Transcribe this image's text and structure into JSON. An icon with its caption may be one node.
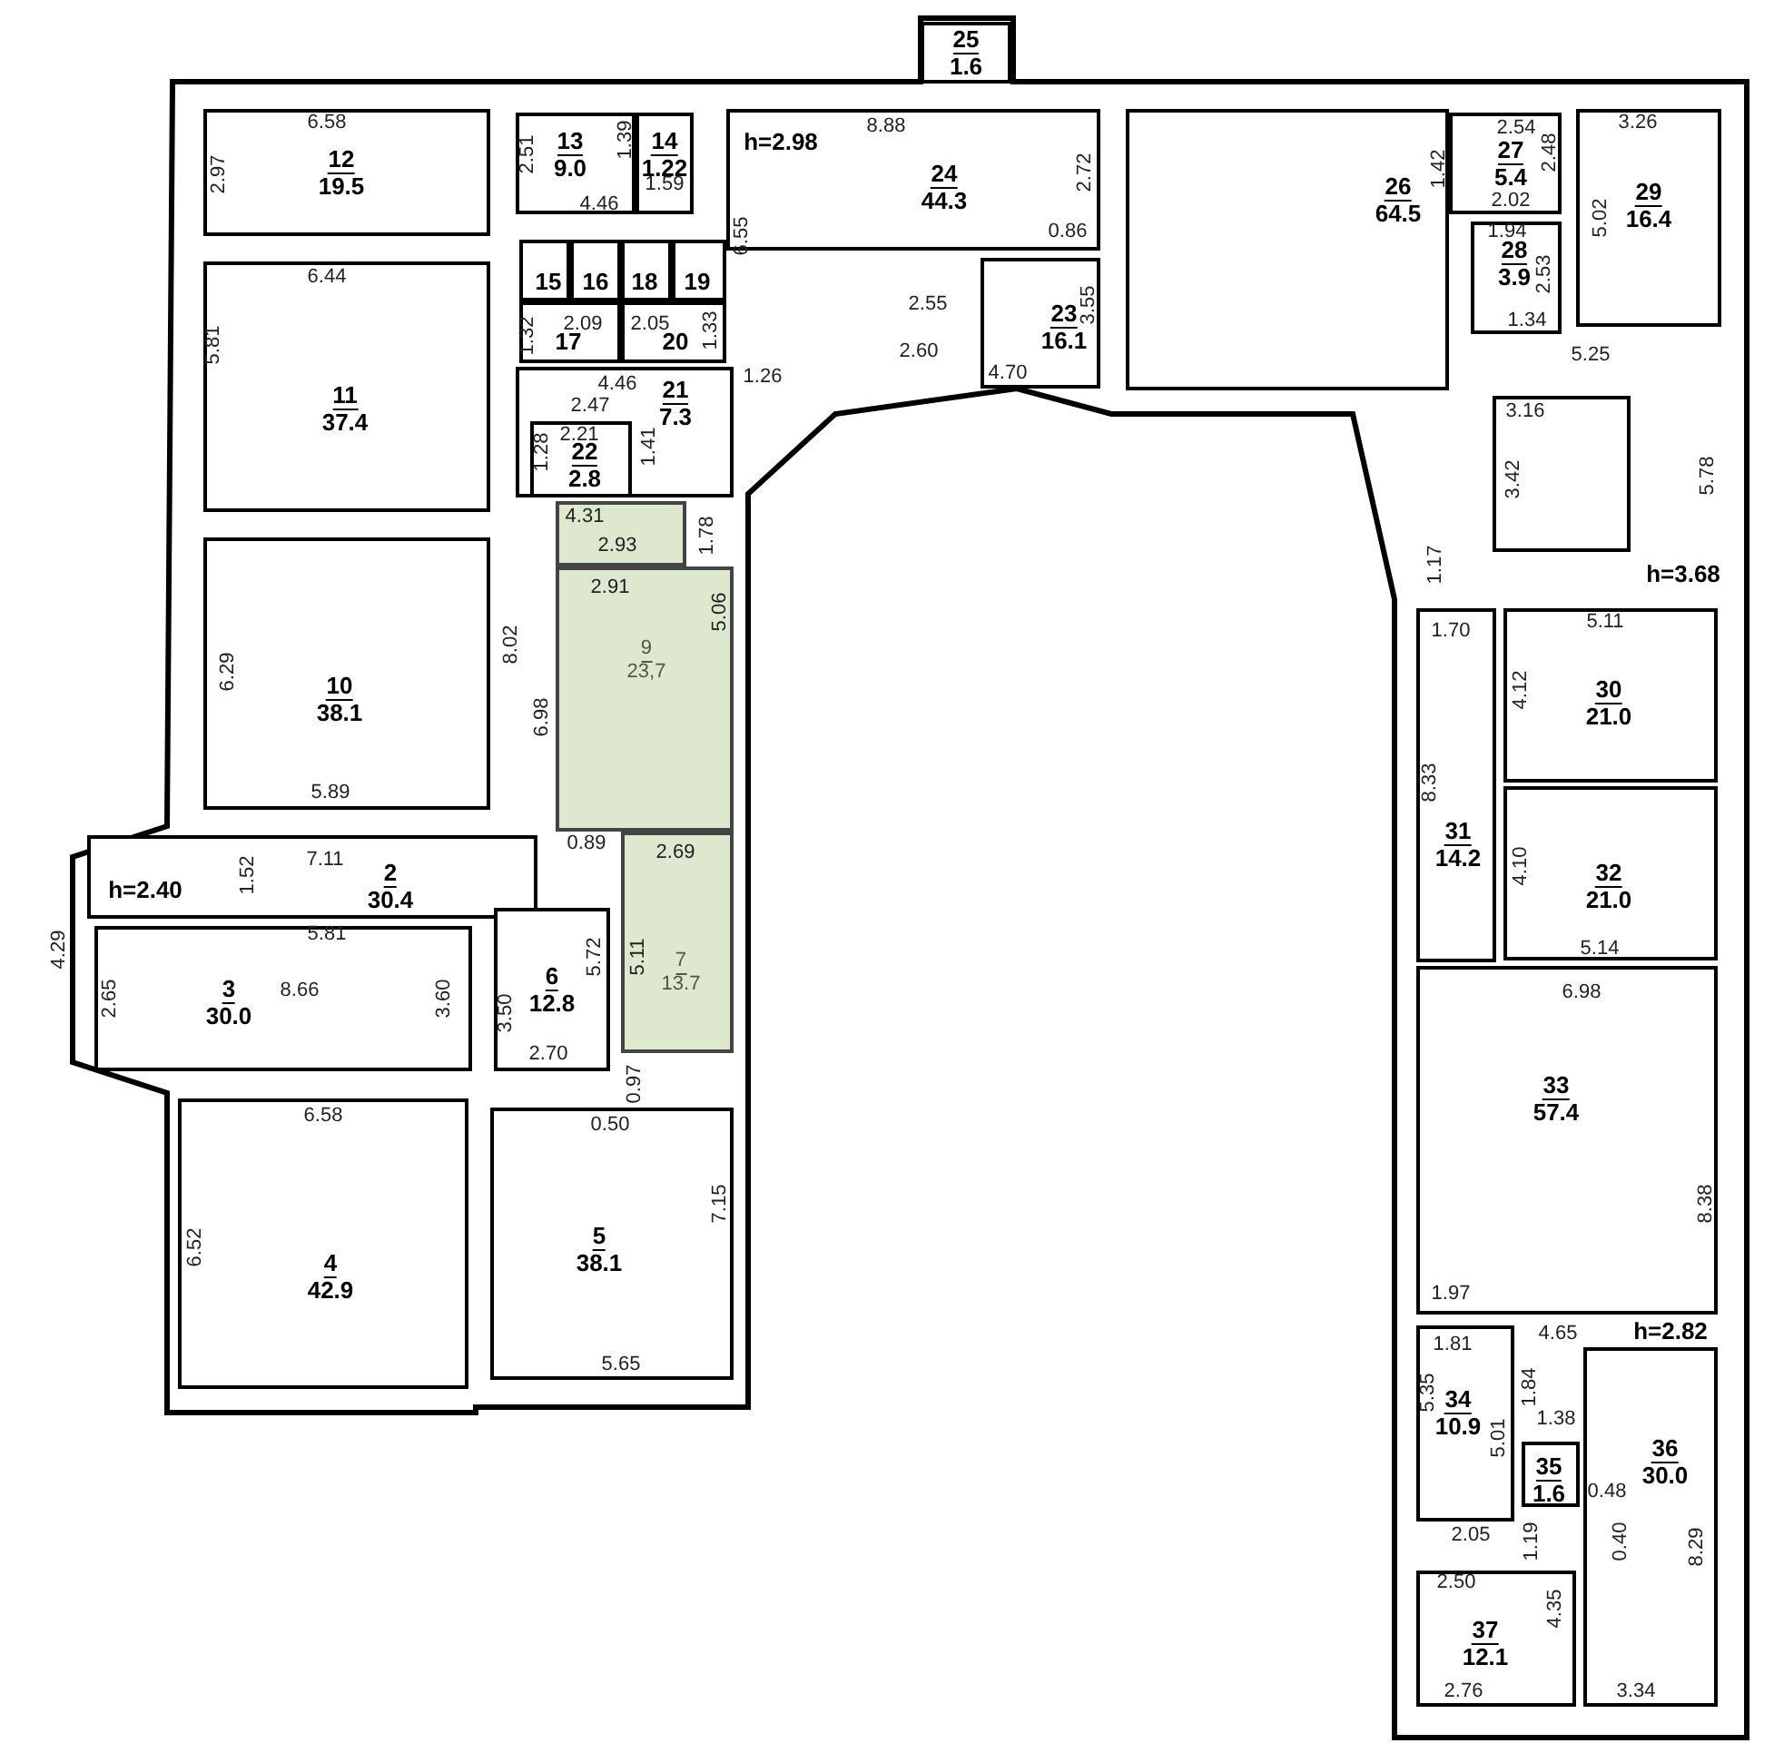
{
  "diagram": {
    "nodes": [
      {
        "text": [
          "25",
          "1.6"
        ]
      },
      {
        "text": [
          "12",
          "19.5"
        ]
      },
      {
        "text": [
          "13",
          "9.0"
        ]
      },
      {
        "text": [
          "14",
          "1.22"
        ]
      },
      {
        "text": [
          "24",
          "44.3"
        ]
      },
      {
        "text": [
          "26",
          "64.5"
        ]
      },
      {
        "text": [
          "27",
          "5.4"
        ]
      },
      {
        "text": [
          "29",
          "16.4"
        ]
      },
      {
        "text": [
          "15"
        ]
      },
      {
        "text": [
          "16"
        ]
      },
      {
        "text": [
          "18"
        ]
      },
      {
        "text": [
          "19"
        ]
      },
      {
        "text": [
          "17"
        ]
      },
      {
        "text": [
          "20"
        ]
      },
      {
        "text": [
          "28",
          "3.9"
        ]
      },
      {
        "text": [
          "11",
          "37.4"
        ]
      },
      {
        "text": [
          "23",
          "16.1"
        ]
      },
      {
        "text": [
          "21",
          "7.3"
        ]
      },
      {
        "text": [
          "22",
          "2.8"
        ],
        "in": 17
      },
      {
        "text": [],
        "shape": "box"
      },
      {
        "text": [],
        "shape": "box"
      },
      {
        "text": [
          "9",
          "23,7"
        ]
      },
      {
        "text": [
          "10",
          "38.1"
        ]
      },
      {
        "text": [
          "30",
          "21.0"
        ]
      },
      {
        "text": [
          "31",
          "14.2"
        ]
      },
      {
        "text": [
          "32",
          "21.0"
        ]
      },
      {
        "text": [
          "2",
          "30.4"
        ]
      },
      {
        "text": [
          "6",
          "12.8"
        ]
      },
      {
        "text": [
          "7",
          "13.7"
        ]
      },
      {
        "text": [
          "3",
          "30.0"
        ]
      },
      {
        "text": [
          "33",
          "57.4"
        ]
      },
      {
        "text": [
          "4",
          "42.9"
        ]
      },
      {
        "text": [
          "5",
          "38.1"
        ]
      },
      {
        "text": [
          "34",
          "10.9"
        ]
      },
      {
        "text": [
          "35",
          "1.6"
        ]
      },
      {
        "text": [
          "36",
          "30.0"
        ]
      },
      {
        "text": [
          "37",
          "12.1"
        ]
      }
    ],
    "labels": [
      "6.58",
      "2.97",
      "2.51",
      "1.39",
      "1.59",
      "4.46",
      "h=2.98",
      "8.88",
      "2.72",
      "0.86",
      "6.55",
      "6.44",
      "1.32",
      "2.09",
      "2.05",
      "1.33",
      "2.55",
      "2.60",
      "3.55",
      "5.81",
      "4.46",
      "1.26",
      "4.70",
      "2.47",
      "1.28",
      "2.21",
      "1.41",
      "2.54",
      "1.42",
      "2.48",
      "2.02",
      "3.26",
      "5.02",
      "1.94",
      "2.53",
      "1.34",
      "5.25",
      "3.16",
      "3.42",
      "5.78",
      "1.17",
      "h=3.68",
      "4.31",
      "2.93",
      "1.78",
      "2.91",
      "5.06",
      "8.02",
      "6.29",
      "6.98",
      "5.89",
      "0.89",
      "2.69",
      "7.11",
      "1.52",
      "h=2.40",
      "4.29",
      "5.81",
      "5.72",
      "5.11",
      "2.65",
      "8.66",
      "3.60",
      "3.50",
      "2.70",
      "0.97",
      "0.50",
      "6.58",
      "6.52",
      "7.15",
      "5.65",
      "1.70",
      "5.11",
      "4.12",
      "8.33",
      "4.10",
      "5.14",
      "6.98",
      "8.38",
      "1.97",
      "1.81",
      "4.65",
      "h=2.82",
      "5.35",
      "1.84",
      "5.01",
      "1.38",
      "0.48",
      "0.40",
      "8.29",
      "2.05",
      "1.19",
      "2.50",
      "4.35",
      "2.76",
      "3.34"
    ]
  }
}
